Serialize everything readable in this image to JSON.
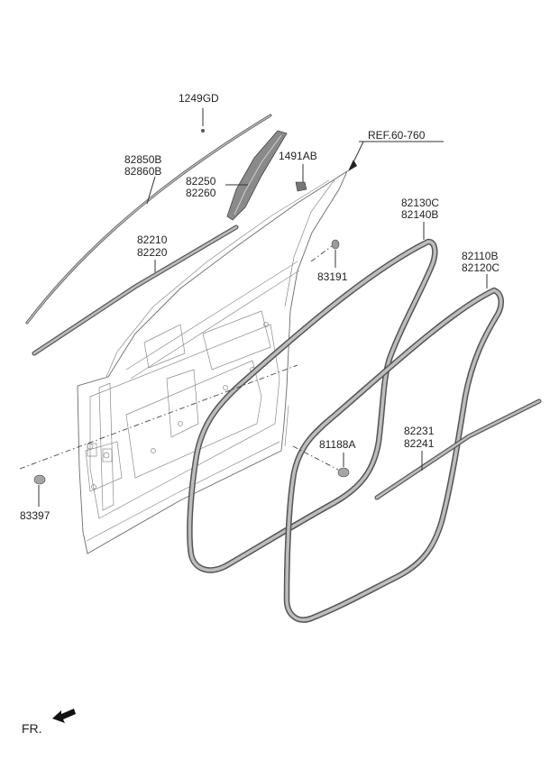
{
  "diagram": {
    "labels": {
      "p1249gd": "1249GD",
      "p82850b": "82850B",
      "p82860b": "82860B",
      "p1491ab": "1491AB",
      "p82250": "82250",
      "p82260": "82260",
      "ref": "REF.60-760",
      "p82210": "82210",
      "p82220": "82220",
      "p83191": "83191",
      "p82130c": "82130C",
      "p82140b": "82140B",
      "p82110b": "82110B",
      "p82120c": "82120C",
      "p81188a": "81188A",
      "p82231": "82231",
      "p82241": "82241",
      "p83397": "83397"
    },
    "direction_label": "FR."
  }
}
